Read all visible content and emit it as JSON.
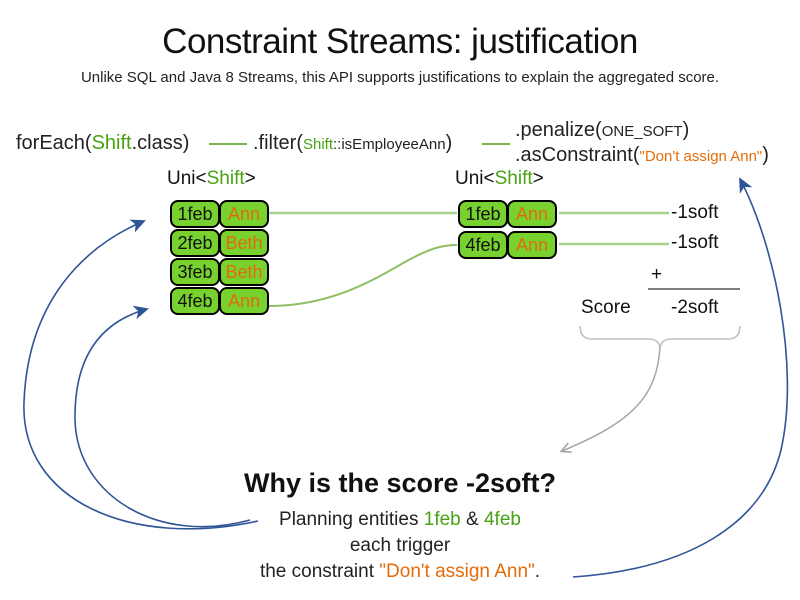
{
  "title": "Constraint Streams: justification",
  "subtitle": "Unlike SQL and Java 8 Streams, this API supports justifications to explain the aggregated score.",
  "code": {
    "foreach_prefix": "forEach(",
    "foreach_type": "Shift",
    "foreach_suffix": ".class)",
    "filter_prefix": ".filter(",
    "filter_type": "Shift",
    "filter_method": "::isEmployeeAnn",
    "filter_suffix": ")",
    "penalize_prefix": ".penalize(",
    "penalize_arg": "ONE_SOFT",
    "penalize_suffix": ")",
    "asconstraint_prefix": ".asConstraint(",
    "asconstraint_arg": "\"Don't assign Ann\"",
    "asconstraint_suffix": ")"
  },
  "left_stream": {
    "label_prefix": "Uni<",
    "label_type": "Shift",
    "label_suffix": ">",
    "rows": [
      {
        "date": "1feb",
        "employee": "Ann"
      },
      {
        "date": "2feb",
        "employee": "Beth"
      },
      {
        "date": "3feb",
        "employee": "Beth"
      },
      {
        "date": "4feb",
        "employee": "Ann"
      }
    ]
  },
  "right_stream": {
    "label_prefix": "Uni<",
    "label_type": "Shift",
    "label_suffix": ">",
    "rows": [
      {
        "date": "1feb",
        "employee": "Ann"
      },
      {
        "date": "4feb",
        "employee": "Ann"
      }
    ]
  },
  "score_panel": {
    "match1": "-1soft",
    "match2": "-1soft",
    "plus": "+",
    "score_label": "Score",
    "total": "-2soft"
  },
  "explanation": {
    "heading": "Why is the score -2soft?",
    "line1_prefix": "Planning entities ",
    "line1_entity1": "1feb",
    "line1_amp": " & ",
    "line1_entity2": "4feb",
    "line2": "each trigger",
    "line3_prefix": "the constraint ",
    "line3_constraint": "\"Don't assign Ann\"",
    "line3_suffix": "."
  },
  "colors": {
    "entity_green_fill": "#77d22f",
    "green_text": "#48a213",
    "orange_text": "#e36c09",
    "blue_arrow": "#2f5597",
    "light_green_line": "#a9d18e",
    "green_connector": "#7ab648",
    "gray_arrow": "#a6a6a6",
    "gray_sum_line": "#7f7f7f",
    "gray_brace": "#bfbfbf"
  }
}
